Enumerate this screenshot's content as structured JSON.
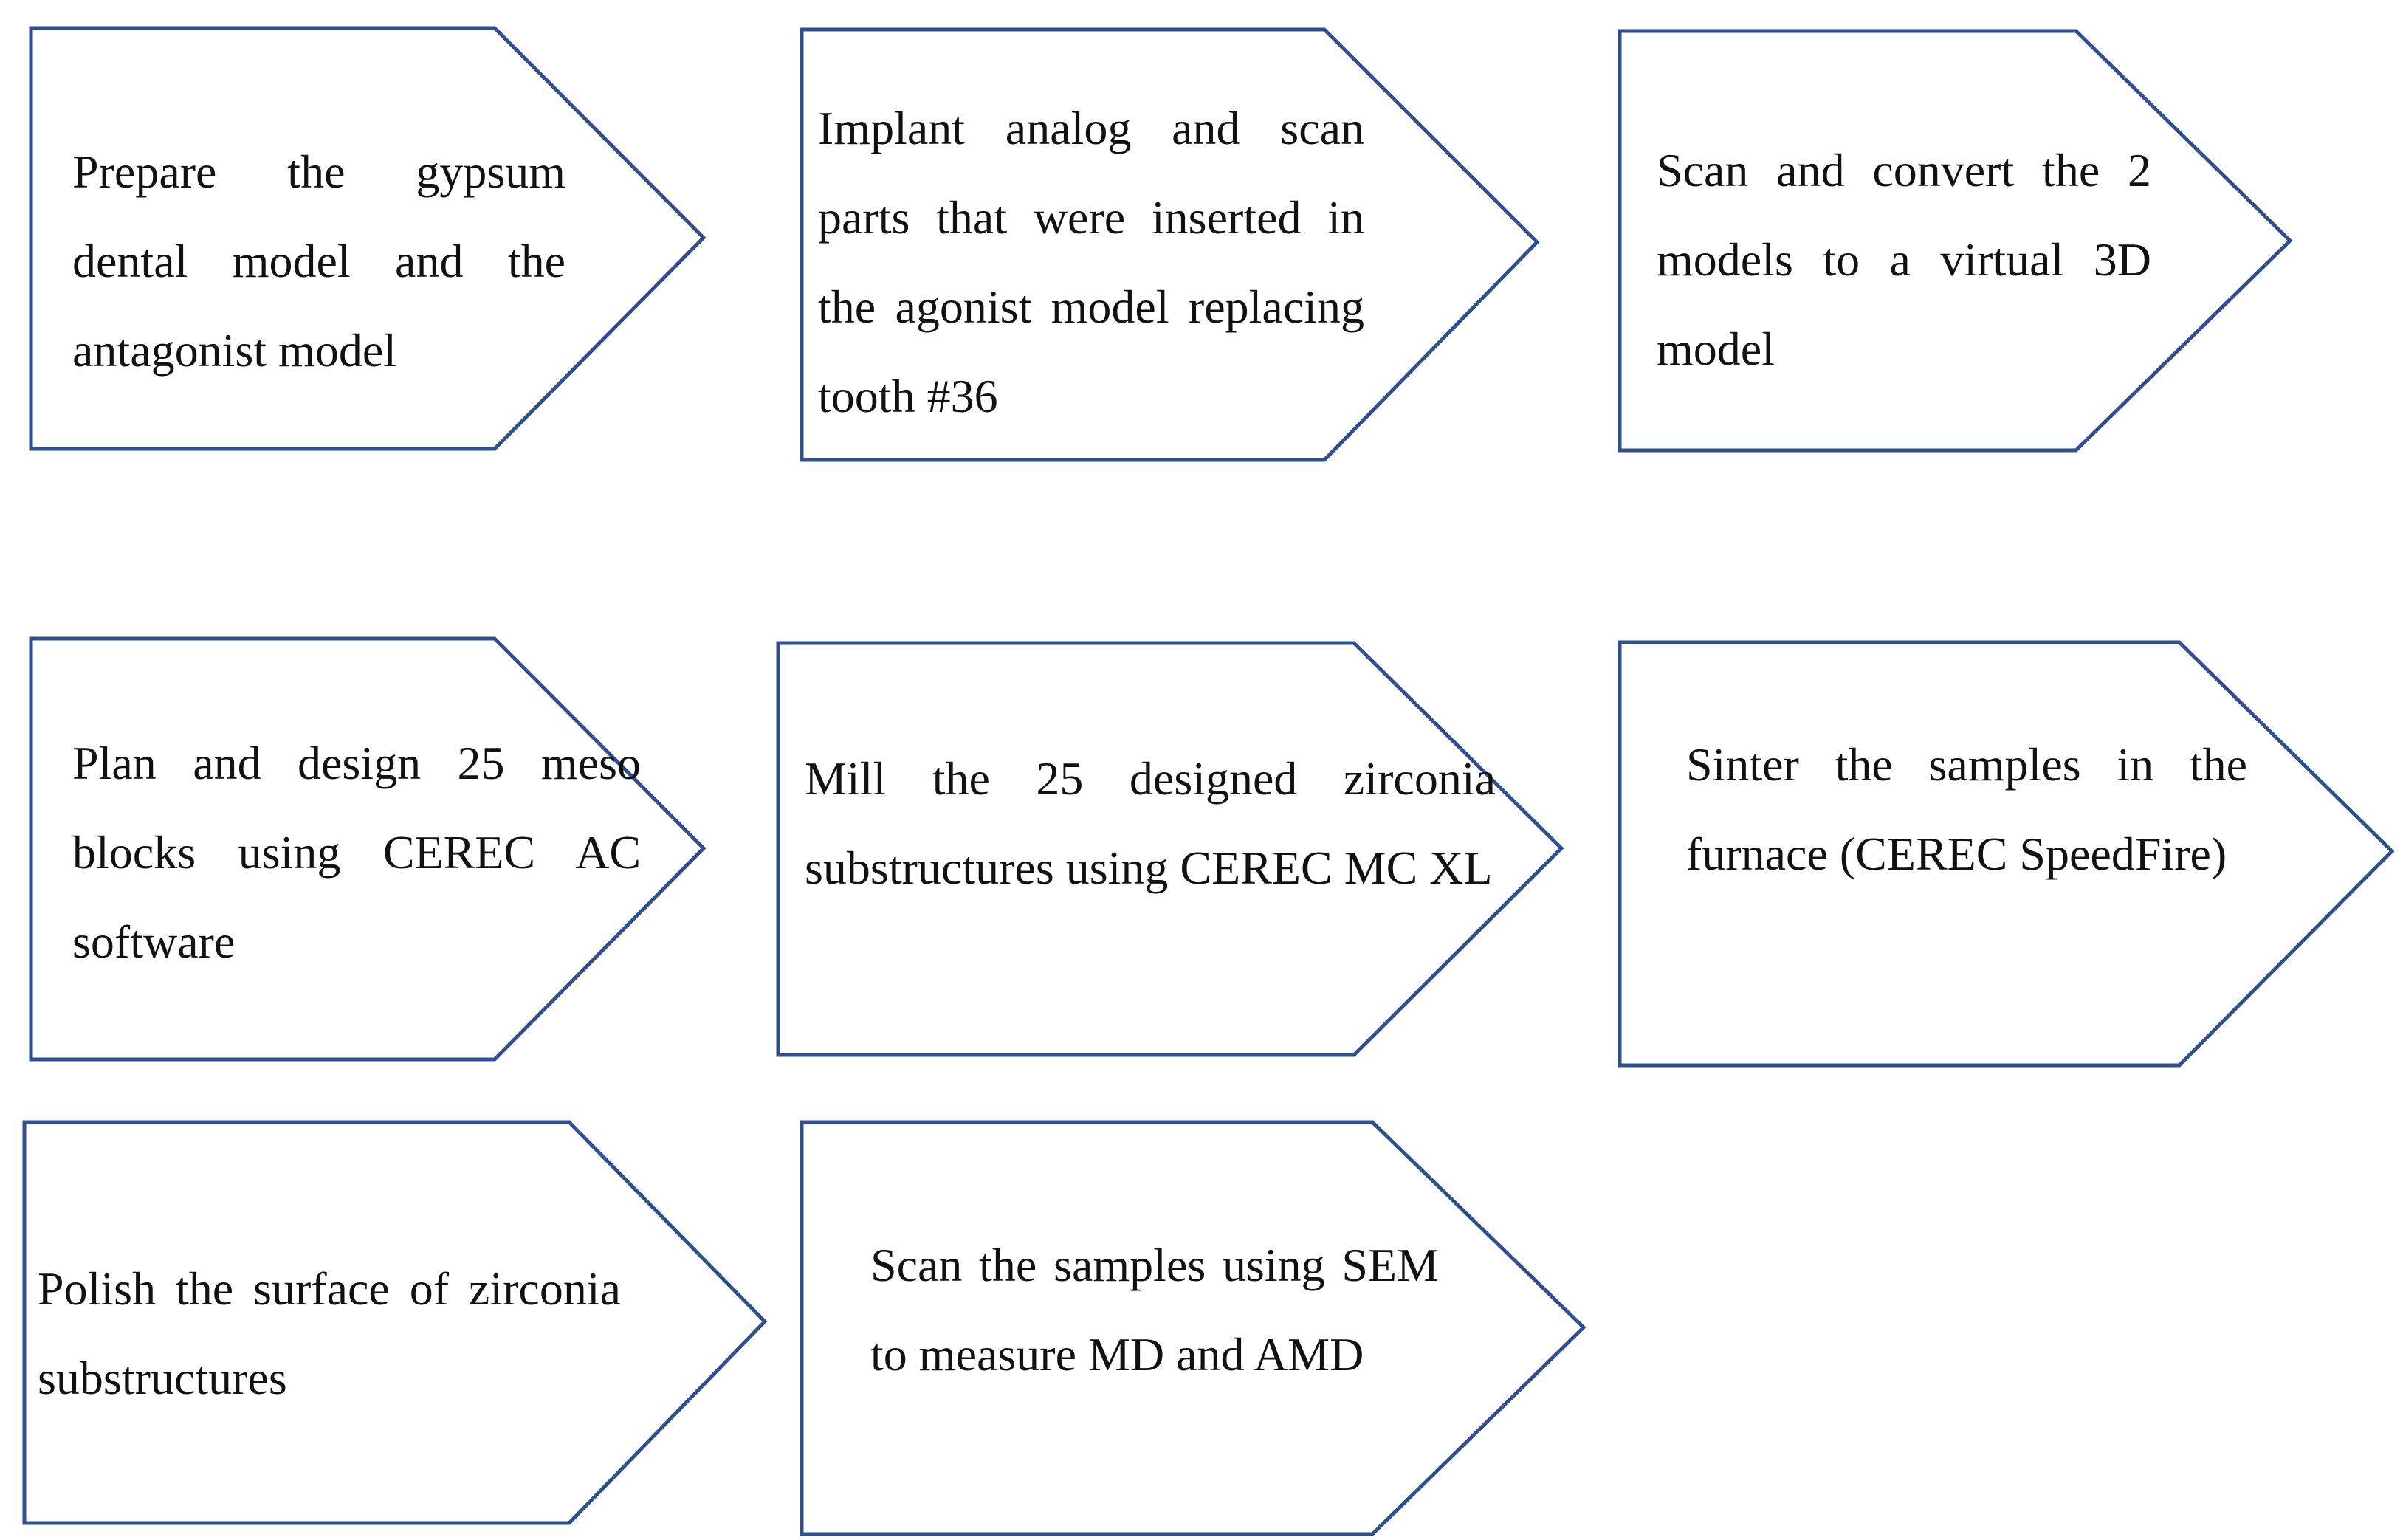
{
  "flowchart": {
    "steps": [
      {
        "text": "Prepare the gypsum dental model and the antagonist model"
      },
      {
        "text": "Implant analog and scan parts that were inserted in the agonist model replacing tooth #36"
      },
      {
        "text": "Scan and convert the 2 models to a virtual 3D model"
      },
      {
        "text": "Plan and design 25 meso blocks using CEREC AC software"
      },
      {
        "text": "Mill the 25 designed zirconia substructures using CEREC MC XL"
      },
      {
        "text": "Sinter the samples in the furnace (CEREC SpeedFire)"
      },
      {
        "text": "Polish the surface of zirconia substructures"
      },
      {
        "text": "Scan the samples using SEM to measure MD and AMD"
      }
    ]
  }
}
